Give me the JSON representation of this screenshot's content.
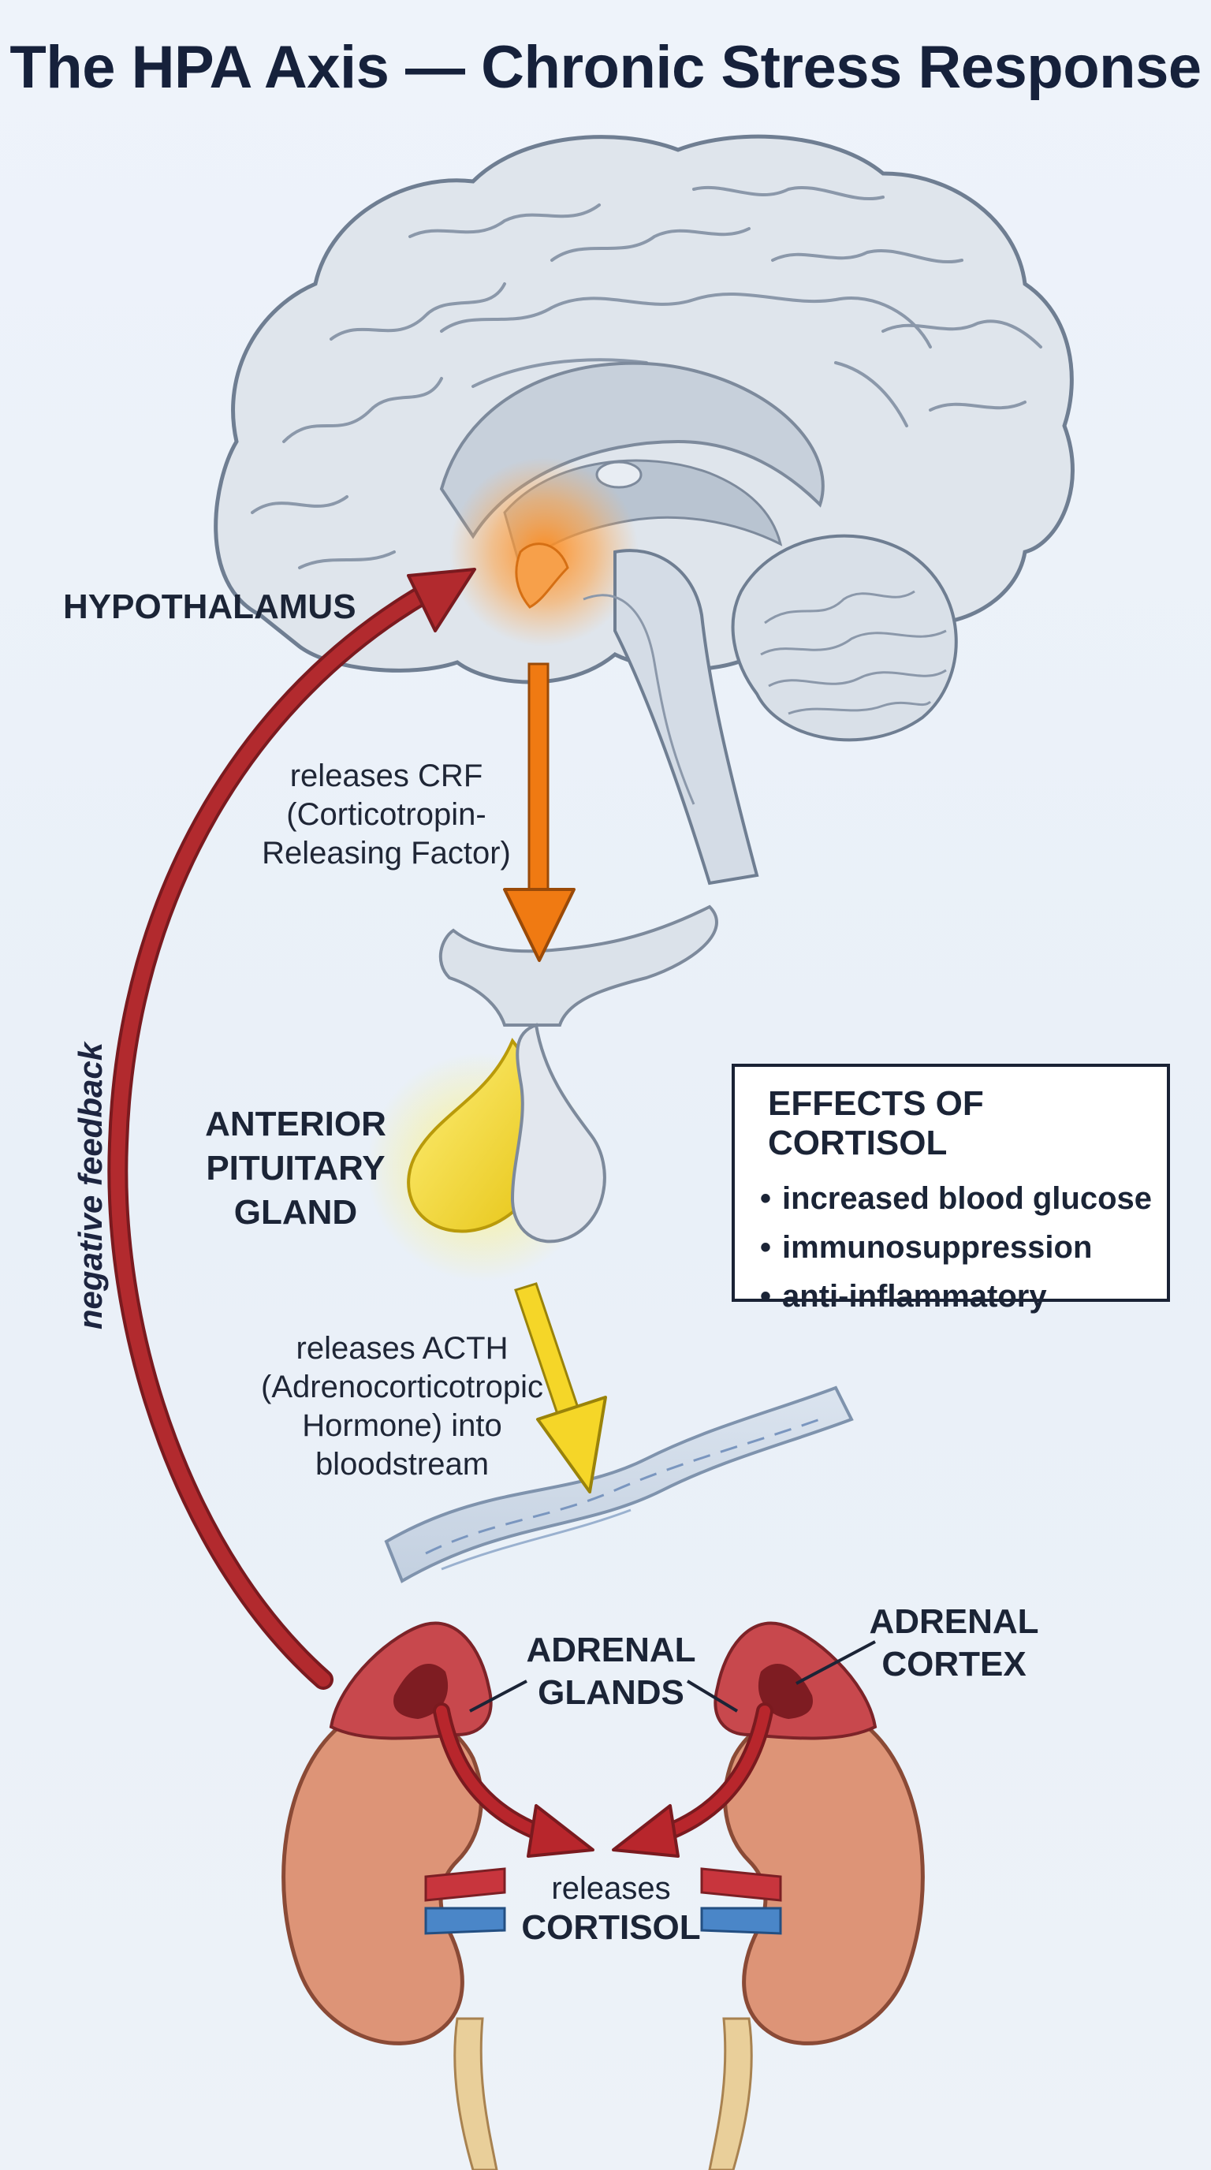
{
  "title": "The HPA Axis — Chronic Stress Response",
  "labels": {
    "hypothalamus": "HYPOTHALAMUS",
    "crf": [
      "releases CRF",
      "(Corticotropin-",
      "Releasing Factor)"
    ],
    "anterior_pituitary": [
      "ANTERIOR",
      "PITUITARY",
      "GLAND"
    ],
    "acth": [
      "releases ACTH",
      "(Adrenocorticotropic",
      "Hormone) into",
      "bloodstream"
    ],
    "adrenal_glands": [
      "ADRENAL",
      "GLANDS"
    ],
    "adrenal_cortex": [
      "ADRENAL",
      "CORTEX"
    ],
    "cortisol": [
      "releases",
      "CORTISOL"
    ],
    "feedback": "negative feedback"
  },
  "effects": {
    "title": "EFFECTS OF CORTISOL",
    "items": [
      "increased blood glucose",
      "immunosuppression",
      "anti-inflammatory"
    ]
  },
  "colors": {
    "feedback_arrow": "#b22a2e",
    "crf_arrow": "#f07a12",
    "acth_arrow": "#f5d628",
    "cortisol_arrow": "#b8262c",
    "brain": "#dde3ea",
    "pituitary": "#f3dc3a",
    "kidney": "#dd9477",
    "adrenal": "#c8484d"
  }
}
